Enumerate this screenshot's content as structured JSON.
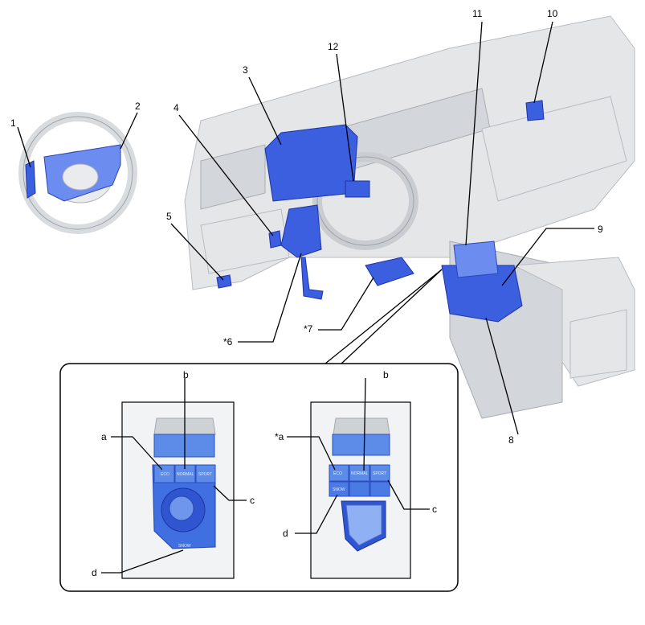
{
  "callouts": {
    "n1": "1",
    "n2": "2",
    "n3": "3",
    "n4": "4",
    "n5": "5",
    "n6": "*6",
    "n7": "*7",
    "n8": "8",
    "n9": "9",
    "n10": "10",
    "n11": "11",
    "n12": "12"
  },
  "inset": {
    "left": {
      "a": "a",
      "b": "b",
      "c": "c",
      "d": "d"
    },
    "right": {
      "a": "*a",
      "b": "b",
      "c": "c",
      "d": "d"
    },
    "buttons": {
      "eco": "ECO",
      "normal": "NORMAL",
      "sport": "SPORT",
      "snow": "SNOW"
    }
  },
  "colors": {
    "part": "#3c5fe0",
    "trim": "#e4e6e8"
  }
}
